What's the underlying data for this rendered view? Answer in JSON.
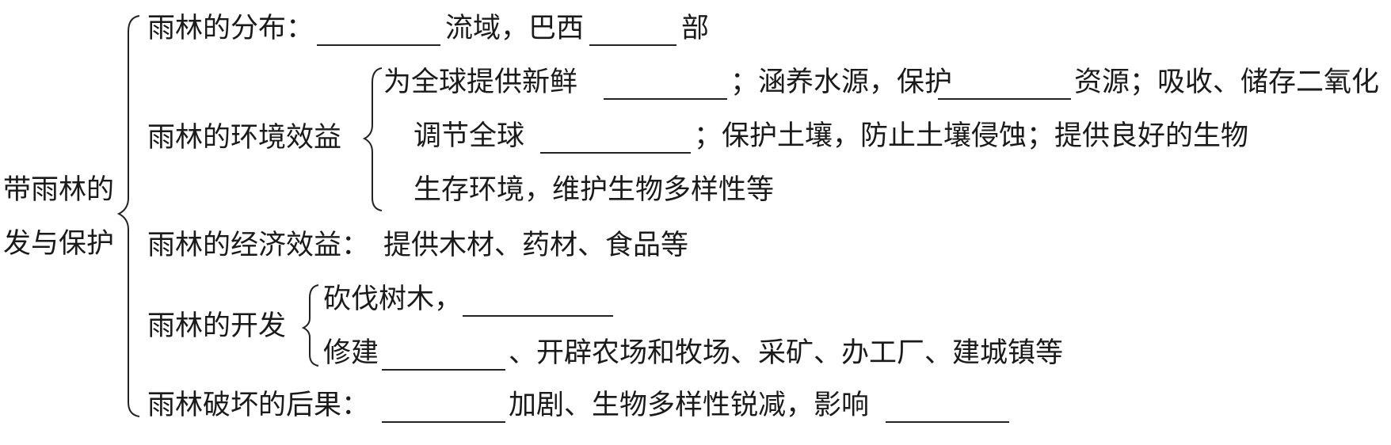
{
  "root": {
    "line1": "带雨林的",
    "line2": "发与保护"
  },
  "distribution": {
    "label": "雨林的分布：",
    "mid": "流域，巴西",
    "tail": "部"
  },
  "environment": {
    "label": "雨林的环境效益",
    "line1_start": "为全球提供新鲜",
    "line1_mid": "；涵养水源，保护",
    "line1_tail": "资源；吸收、储存二氧化",
    "line2_start": "调节全球",
    "line2_tail": "；保护土壤，防止土壤侵蚀；提供良好的生物",
    "line3": "生存环境，维护生物多样性等"
  },
  "economy": {
    "label": "雨林的经济效益：",
    "content": "提供木材、药材、食品等"
  },
  "development": {
    "label": "雨林的开发",
    "line1": "砍伐树木，",
    "line2_start": "修建",
    "line2_tail": "、开辟农场和牧场、采矿、办工厂、建城镇等"
  },
  "damage": {
    "label": "雨林破坏的后果：",
    "mid": "加剧、生物多样性锐减，影响"
  }
}
